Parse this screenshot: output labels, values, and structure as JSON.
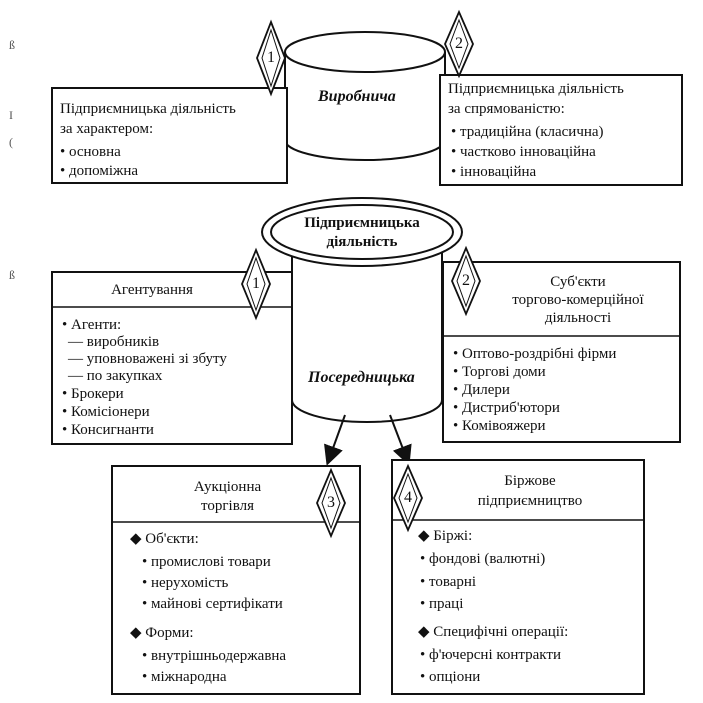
{
  "center": {
    "line1": "Підприємницька",
    "line2": "діяльність"
  },
  "cylinder_top": {
    "label": "Виробнича"
  },
  "cylinder_bottom": {
    "label": "Посередницька"
  },
  "margin_marks": {
    "m1": "ß",
    "m2": "I",
    "m3": "(",
    "m4": "ß"
  },
  "box_character": {
    "title1": "Підприємницька діяльність",
    "title2": "за характером:",
    "items": [
      "• основна",
      "• допоміжна"
    ],
    "badge": "1"
  },
  "box_direction": {
    "title1": "Підприємницька діяльність",
    "title2": "за спрямованістю:",
    "items": [
      "• традиційна (класична)",
      "• частково інноваційна",
      "• інноваційна"
    ],
    "badge": "2"
  },
  "box_agency": {
    "title": "Агентування",
    "items": [
      "• Агенти:",
      "— виробників",
      "— уповноважені зі збуту",
      "— по закупках",
      "• Брокери",
      "• Комісіонери",
      "• Консигнанти"
    ],
    "badge": "1"
  },
  "box_subjects": {
    "title1": "Суб'єкти",
    "title2": "торгово-комерційної",
    "title3": "діяльності",
    "items": [
      "• Оптово-роздрібні фірми",
      "• Торгові доми",
      "• Дилери",
      "• Дистриб'ютори",
      "• Комівояжери"
    ],
    "badge": "2"
  },
  "box_auction": {
    "title1": "Аукціонна",
    "title2": "торгівля",
    "objects_head": "◆ Об'єкти:",
    "objects": [
      "• промислові товари",
      "• нерухомість",
      "• майнові сертифікати"
    ],
    "forms_head": "◆ Форми:",
    "forms": [
      "• внутрішньодержавна",
      "• міжнародна"
    ],
    "badge": "3"
  },
  "box_exchange": {
    "title1": "Біржове",
    "title2": "підприємництво",
    "exchanges_head": "◆ Біржі:",
    "exchanges": [
      "• фондові (валютні)",
      "• товарні",
      "• праці"
    ],
    "ops_head": "◆ Специфічні операції:",
    "ops": [
      "• ф'ючерсні контракти",
      "• опціони"
    ],
    "badge": "4"
  }
}
